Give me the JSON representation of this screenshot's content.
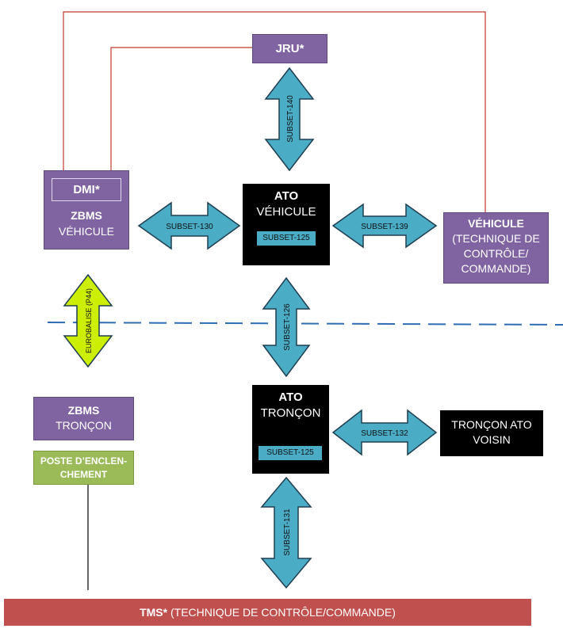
{
  "nodes": {
    "jru": {
      "label": "JRU*"
    },
    "dmi": {
      "label": "DMI*"
    },
    "zbms_vehicule": {
      "line1": "ZBMS",
      "line2": "VÉHICULE"
    },
    "ato_vehicule": {
      "line1": "ATO",
      "line2": "VÉHICULE",
      "tag": "SUBSET-125"
    },
    "vehicule": {
      "line1": "VÉHICULE",
      "line2": "(TECHNIQUE DE",
      "line3": "CONTRÔLE/",
      "line4": "COMMANDE)"
    },
    "zbms_troncon": {
      "line1": "ZBMS",
      "line2": "TRONÇON"
    },
    "poste": {
      "line1": "POSTE D’ENCLEN-",
      "line2": "CHEMENT"
    },
    "ato_troncon": {
      "line1": "ATO",
      "line2": "TRONÇON",
      "tag": "SUBSET-125"
    },
    "troncon_voisin": {
      "line1": "TRONÇON ATO",
      "line2": "VOISIN"
    },
    "tms": {
      "bold": "TMS*",
      "rest": " (TECHNIQUE DE CONTRÔLE/COMMANDE)"
    }
  },
  "arrows": {
    "subset_140": "SUBSET-140",
    "subset_130": "SUBSET-130",
    "subset_139": "SUBSET-139",
    "subset_126": "SUBSET-126",
    "eurobalise": "EUROBALISE (P44)",
    "subset_132": "SUBSET-132",
    "subset_131": "SUBSET-131"
  },
  "colors": {
    "purple": "#8064A2",
    "black": "#000000",
    "blue_arrow": "#4BACC6",
    "yellow_arrow": "#CCEE00",
    "green": "#9BBB59",
    "red_bar": "#C0504D",
    "red_line": "#C0392B",
    "dashed_line": "#2E6DB4"
  }
}
